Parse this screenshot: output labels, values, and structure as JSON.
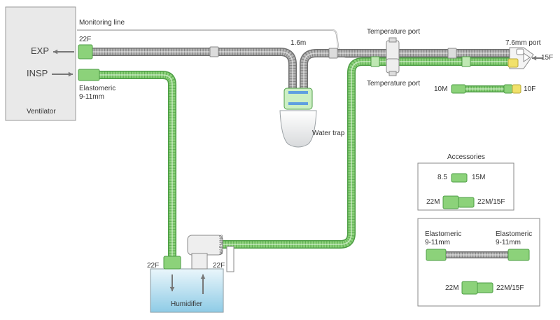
{
  "colors": {
    "green_tube": "#8cd27a",
    "green_dark": "#4e9e45",
    "gray_tube": "#b5b5b5",
    "gray_dark": "#6f6f6f",
    "yellow_cap": "#f1e16a",
    "ventilator_fill": "#e9e9e9",
    "humidifier_top": "#eaf6fb",
    "humidifier_bottom": "#8ecbe6",
    "arrow": "#777777"
  },
  "ventilator": {
    "label": "Ventilator",
    "exp": "EXP",
    "insp": "INSP"
  },
  "labels": {
    "monitoring_line": "Monitoring line",
    "port_22f_top": "22F",
    "elastomeric_main": "Elastomeric\n9-11mm",
    "length": "1.6m",
    "temperature_port_top": "Temperature port",
    "temperature_port_bottom": "Temperature port",
    "port_7_6": "7.6mm port",
    "port_15f": "15F",
    "port_10m": "10M",
    "port_10f": "10F",
    "water_trap": "Water trap",
    "humidifier": "Humidifier",
    "humidifier_left_22f": "22F",
    "humidifier_right_22f": "22F",
    "warning": "WARNING"
  },
  "accessories": {
    "title": "Accessories",
    "box1": {
      "row1_left": "8.5",
      "row1_right": "15M",
      "row2_left": "22M",
      "row2_right": "22M/15F"
    },
    "box2": {
      "left_elast": "Elastomeric\n9-11mm",
      "right_elast": "Elastomeric\n9-11mm",
      "row2_left": "22M",
      "row2_right": "22M/15F"
    }
  }
}
